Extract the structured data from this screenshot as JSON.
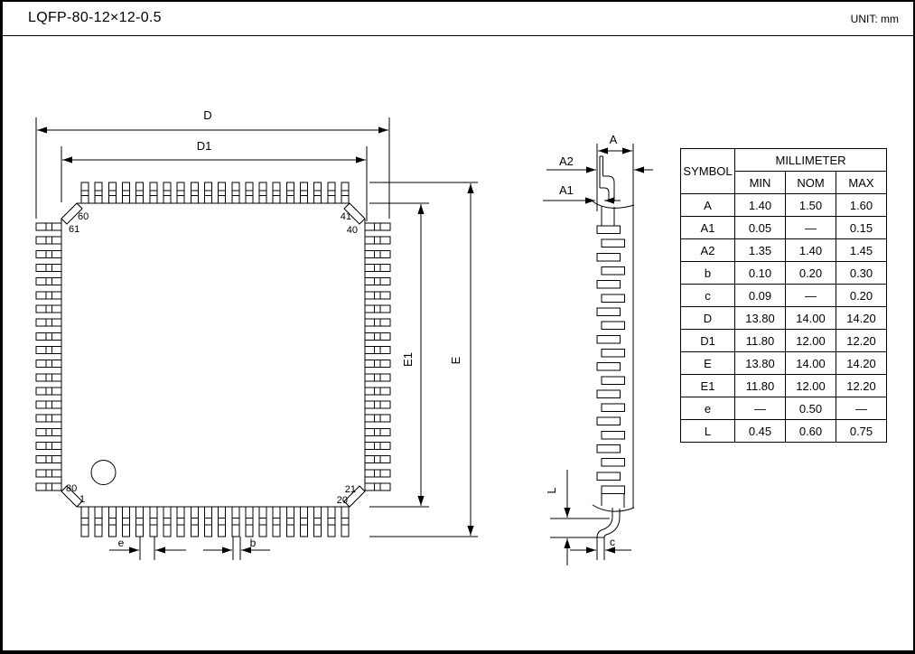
{
  "title": "LQFP-80-12×12-0.5",
  "unit_label": "UNIT: mm",
  "top_view": {
    "pins_per_side": 20,
    "total_pins": 80,
    "dim_labels": {
      "D": "D",
      "D1": "D1",
      "E": "E",
      "E1": "E1",
      "e": "e",
      "b": "b"
    },
    "pin_labels": {
      "top_left_first": "60",
      "left_top": "61",
      "top_right_last": "41",
      "right_top": "40",
      "left_bottom": "80",
      "bottom_first": "1",
      "right_bottom": "21",
      "bottom_last": "20"
    }
  },
  "side_view": {
    "pin_rows": 20,
    "dim_labels": {
      "A": "A",
      "A1": "A1",
      "A2": "A2",
      "L": "L",
      "c": "c"
    }
  },
  "table": {
    "symbol_header": "SYMBOL",
    "unit_header": "MILLIMETER",
    "col_headers": [
      "MIN",
      "NOM",
      "MAX"
    ],
    "rows": [
      {
        "sym": "A",
        "min": "1.40",
        "nom": "1.50",
        "max": "1.60"
      },
      {
        "sym": "A1",
        "min": "0.05",
        "nom": "—",
        "max": "0.15"
      },
      {
        "sym": "A2",
        "min": "1.35",
        "nom": "1.40",
        "max": "1.45"
      },
      {
        "sym": "b",
        "min": "0.10",
        "nom": "0.20",
        "max": "0.30"
      },
      {
        "sym": "c",
        "min": "0.09",
        "nom": "—",
        "max": "0.20"
      },
      {
        "sym": "D",
        "min": "13.80",
        "nom": "14.00",
        "max": "14.20"
      },
      {
        "sym": "D1",
        "min": "11.80",
        "nom": "12.00",
        "max": "12.20"
      },
      {
        "sym": "E",
        "min": "13.80",
        "nom": "14.00",
        "max": "14.20"
      },
      {
        "sym": "E1",
        "min": "11.80",
        "nom": "12.00",
        "max": "12.20"
      },
      {
        "sym": "e",
        "min": "—",
        "nom": "0.50",
        "max": "—"
      },
      {
        "sym": "L",
        "min": "0.45",
        "nom": "0.60",
        "max": "0.75"
      }
    ]
  },
  "colors": {
    "line": "#000000",
    "background": "#ffffff"
  }
}
